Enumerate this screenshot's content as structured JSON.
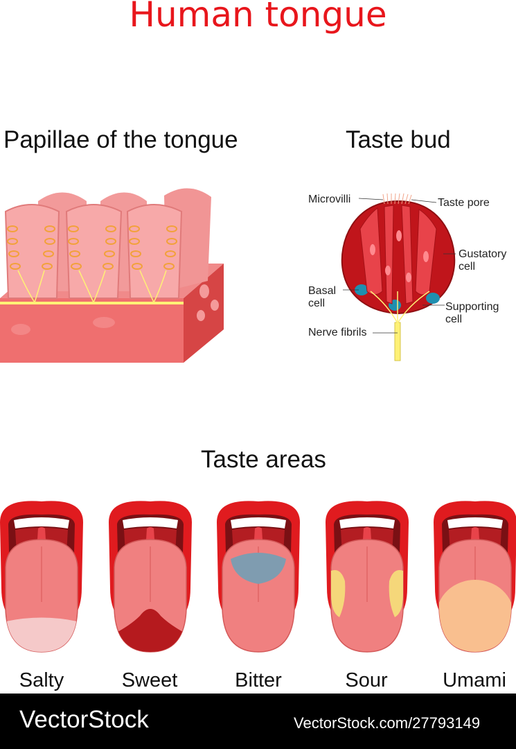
{
  "title": "Human tongue",
  "papillae": {
    "title": "Papillae of the tongue"
  },
  "taste_bud": {
    "title": "Taste bud",
    "labels": {
      "microvilli": "Microvilli",
      "taste_pore": "Taste pore",
      "gustatory_1": "Gustatory",
      "gustatory_2": "cell",
      "basal_1": "Basal",
      "basal_2": "cell",
      "supporting_1": "Supporting",
      "supporting_2": "cell",
      "nerve_fibrils": "Nerve fibrils"
    }
  },
  "taste_areas": {
    "title": "Taste areas",
    "items": [
      {
        "label": "Salty",
        "highlight_color": "#f5c9c9"
      },
      {
        "label": "Sweet",
        "highlight_color": "#b51a1e"
      },
      {
        "label": "Bitter",
        "highlight_color": "#7f9cb0"
      },
      {
        "label": "Sour",
        "highlight_color": "#f5d77a"
      },
      {
        "label": "Umami",
        "highlight_color": "#f9bf8f"
      }
    ]
  },
  "footer": {
    "brand": "VectorStock",
    "url": "VectorStock.com/27793149"
  },
  "colors": {
    "title_red": "#e8161c",
    "lip_red": "#e01b1f",
    "tongue_pink": "#f08080",
    "nerve_yellow": "#fff59a"
  }
}
